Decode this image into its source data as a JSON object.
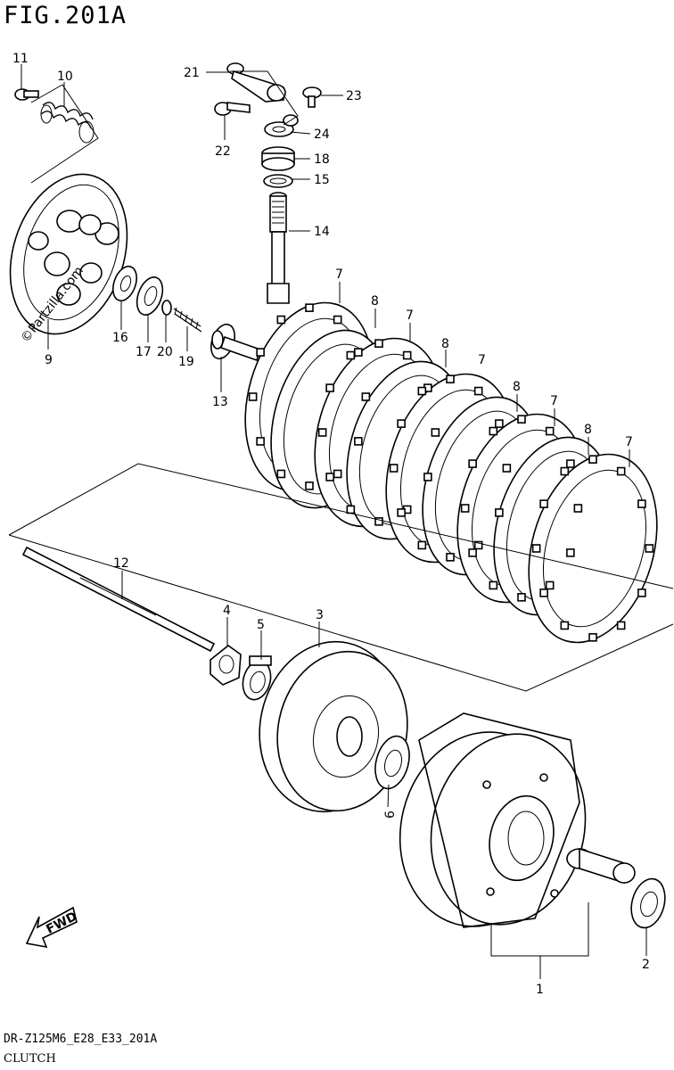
{
  "title": "FIG.201A",
  "model_code": "DR-Z125M6_E28_E33_201A",
  "section_name": "CLUTCH",
  "watermark": "©Partzilla.com",
  "fwd_label": "FWD",
  "callouts": {
    "p1": "1",
    "p2": "2",
    "p3": "3",
    "p4": "4",
    "p5": "5",
    "p6": "6",
    "p7a": "7",
    "p7b": "7",
    "p7c": "7",
    "p7d": "7",
    "p7e": "7",
    "p8a": "8",
    "p8b": "8",
    "p8c": "8",
    "p8d": "8",
    "p9": "9",
    "p10": "10",
    "p11": "11",
    "p12": "12",
    "p13": "13",
    "p14": "14",
    "p15": "15",
    "p16": "16",
    "p17": "17",
    "p18": "18",
    "p19": "19",
    "p20": "20",
    "p21": "21",
    "p22": "22",
    "p23": "23",
    "p24": "24"
  }
}
